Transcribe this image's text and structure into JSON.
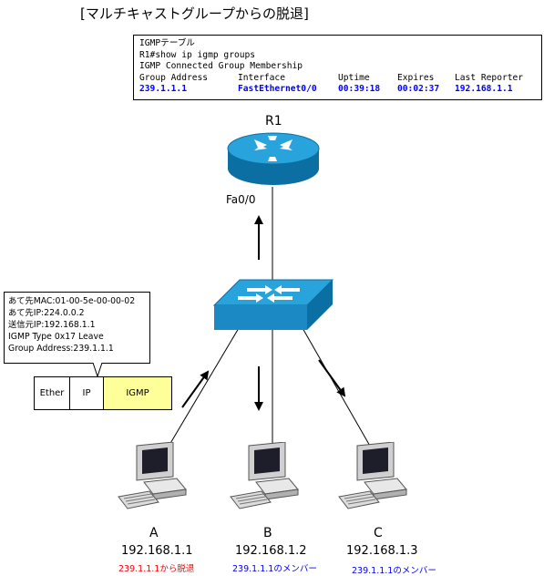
{
  "title": "[マルチキャストグループからの脱退]",
  "terminal": {
    "lines": [
      "IGMPテーブル",
      "R1#show ip igmp groups",
      "IGMP Connected Group Membership"
    ],
    "headers": [
      "Group Address",
      "Interface",
      "Uptime",
      "Expires",
      "Last Reporter"
    ],
    "row": [
      "239.1.1.1",
      "FastEthernet0/0",
      "00:39:18",
      "00:02:37",
      "192.168.1.1"
    ]
  },
  "router": {
    "name": "R1",
    "interface": "Fa0/0"
  },
  "packet_info": [
    "あて先MAC:01-00-5e-00-00-02",
    "あて先IP:224.0.0.2",
    "送信元IP:192.168.1.1",
    "IGMP Type 0x17 Leave",
    "Group Address:239.1.1.1"
  ],
  "frame": {
    "ether": "Ether",
    "ip": "IP",
    "igmp": "IGMP"
  },
  "hosts": [
    {
      "name": "A",
      "ip": "192.168.1.1",
      "note": "239.1.1.1から脱退"
    },
    {
      "name": "B",
      "ip": "192.168.1.2",
      "note": "239.1.1.1のメンバー"
    },
    {
      "name": "C",
      "ip": "192.168.1.3",
      "note": "239.1.1.1のメンバー"
    }
  ],
  "colors": {
    "router": "#1e8fc6",
    "switch": "#1e8fc6",
    "igmp_fill": "#ffff99",
    "leave_note": "#ff0000",
    "member_note": "#0000ff",
    "terminal_value": "#0000ff"
  }
}
